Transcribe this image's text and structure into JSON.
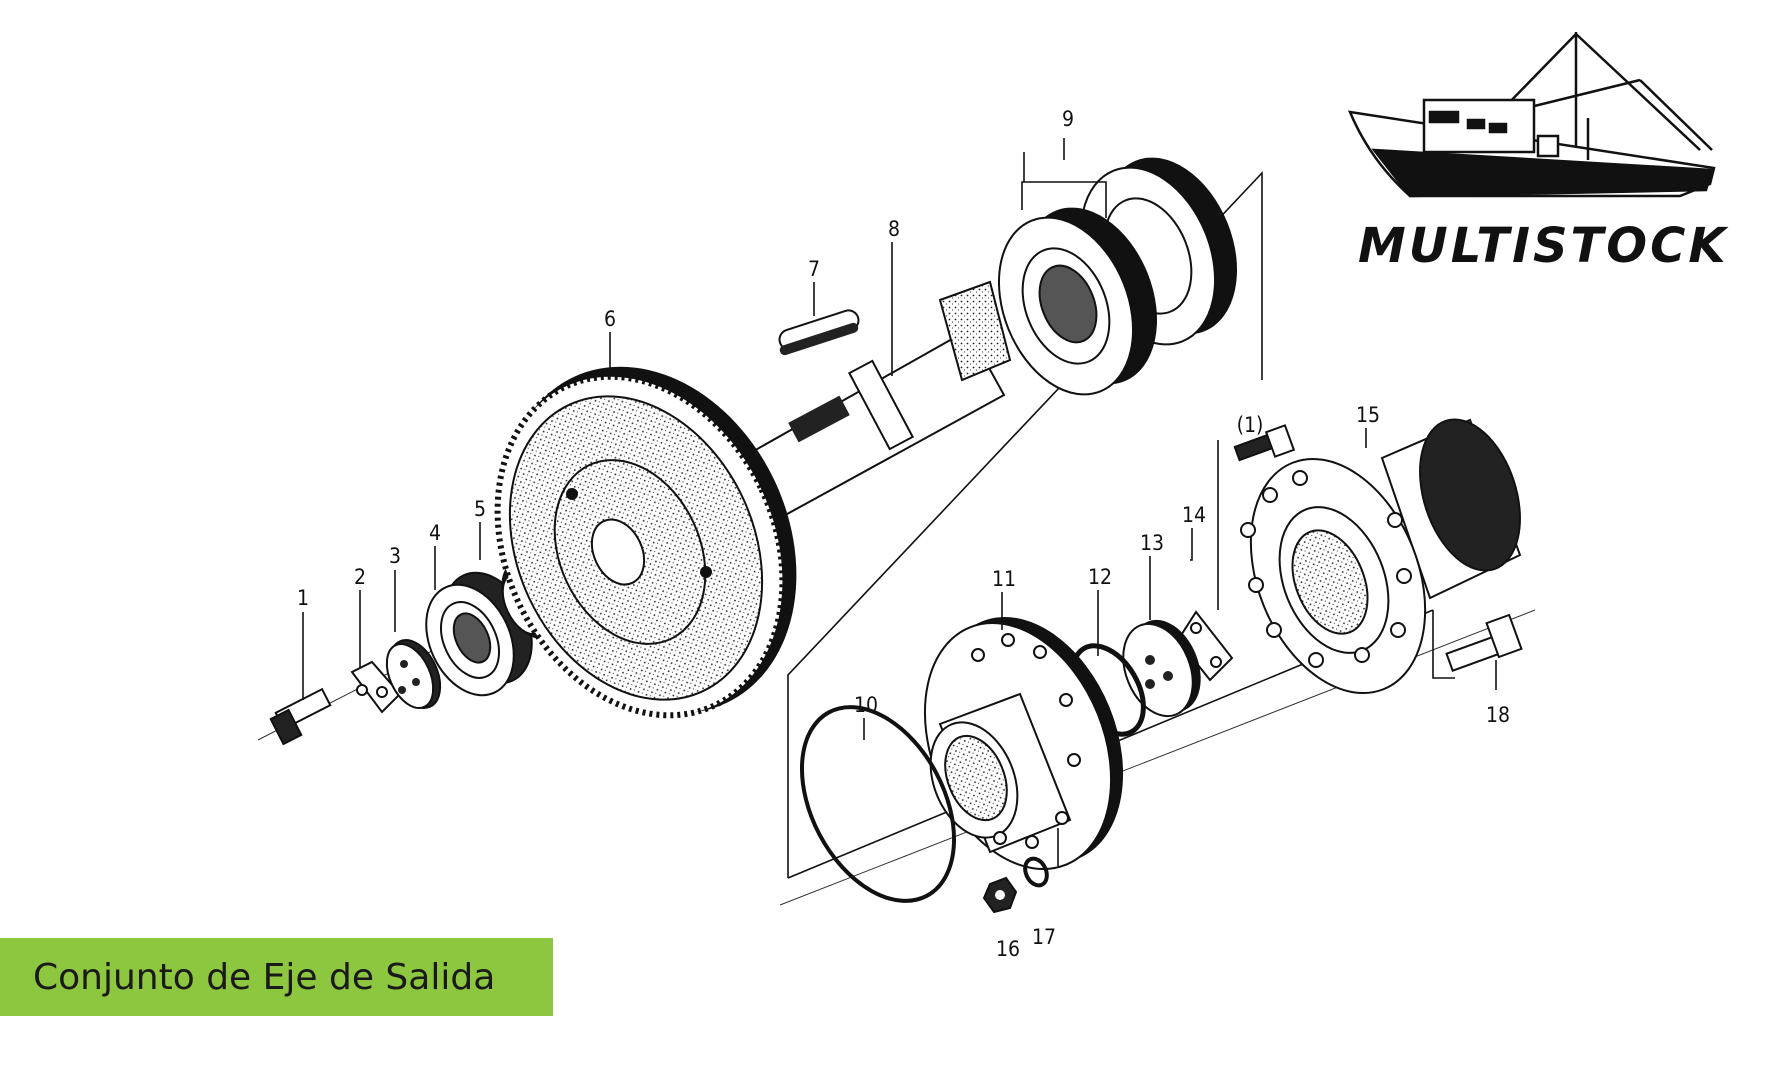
{
  "caption": {
    "title": "Conjunto de Eje de Salida"
  },
  "brand": {
    "name": "MULTISTOCK",
    "logo_icon": "fishing-boat-icon"
  },
  "part_labels": {
    "p1": "1",
    "p2": "2",
    "p3": "3",
    "p4": "4",
    "p5": "5",
    "p6": "6",
    "p7": "7",
    "p8": "8",
    "p9": "9",
    "p10": "10",
    "p11": "11",
    "p12": "12",
    "p13": "13",
    "p14": "14",
    "p15": "15",
    "p16": "16",
    "p17": "17",
    "p18": "18",
    "ref": "(1)"
  },
  "colors": {
    "caption_bg": "#8dc63f",
    "ink": "#111111"
  }
}
